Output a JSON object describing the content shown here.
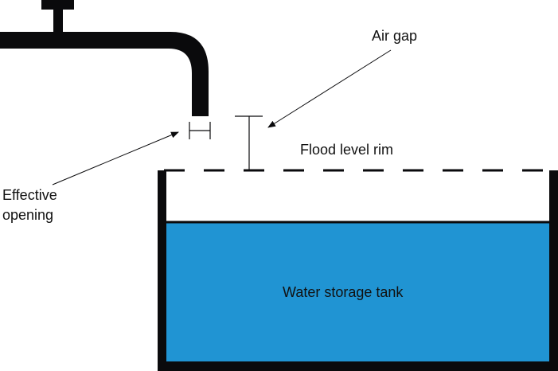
{
  "diagram": {
    "labels": {
      "air_gap": "Air gap",
      "flood_level_rim": "Flood level rim",
      "effective_opening_line1": "Effective",
      "effective_opening_line2": "opening",
      "tank": "Water storage tank"
    },
    "colors": {
      "water": "#2094d3",
      "ink": "#0a0a0c",
      "background": "#ffffff"
    }
  }
}
